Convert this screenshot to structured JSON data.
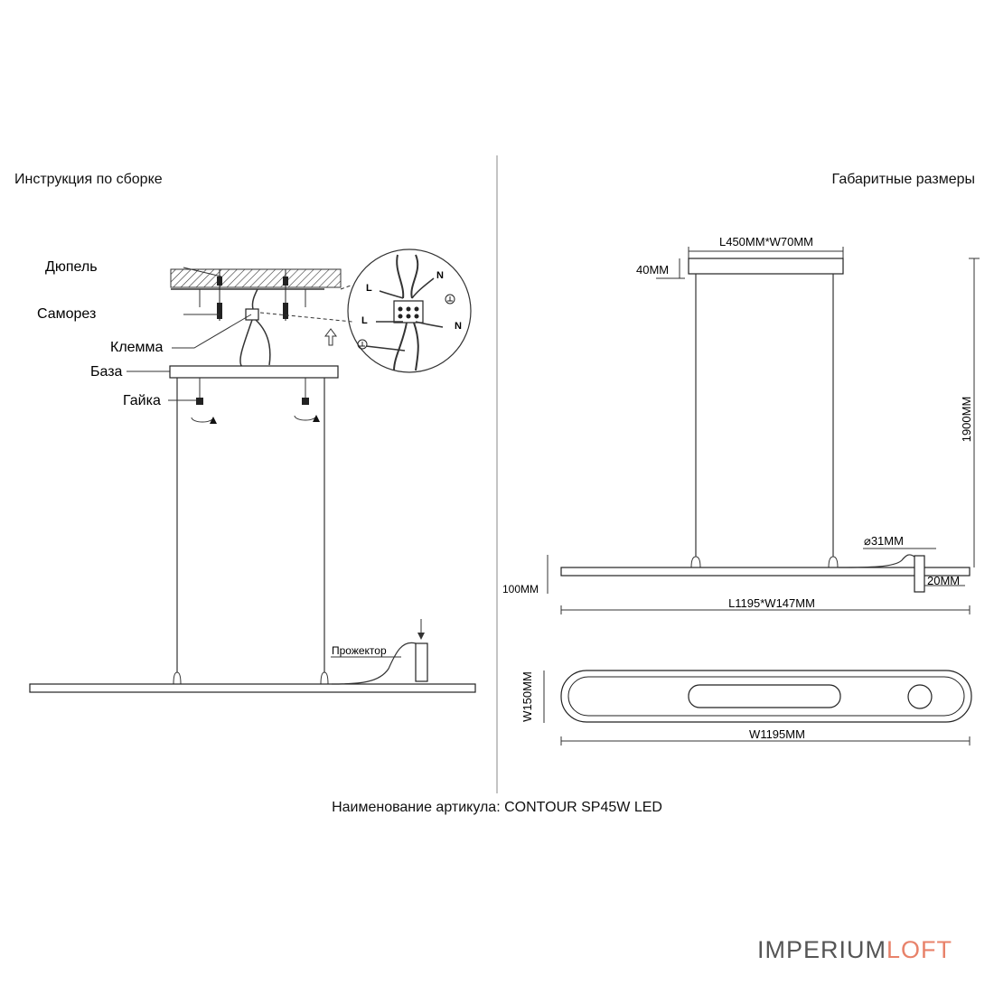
{
  "headings": {
    "assembly": "Инструкция по сборке",
    "dimensions": "Габаритные размеры"
  },
  "assembly_labels": {
    "dowel": "Дюпель",
    "screw": "Саморез",
    "terminal": "Клемма",
    "base": "База",
    "nut": "Гайка",
    "spotlight": "Прожектор"
  },
  "wiring": {
    "live_top": "L",
    "neutral_top": "N",
    "live_bottom": "L",
    "neutral_bottom": "N"
  },
  "dimensions": {
    "canopy": "L450MM*W70MM",
    "canopy_height": "40MM",
    "suspension_height": "1900MM",
    "spot_diameter": "⌀31MM",
    "spot_offset": "20MM",
    "body_height": "100MM",
    "body_size": "L1195*W147MM",
    "top_width": "W150MM",
    "top_length": "W1195MM"
  },
  "article": "Наименование артикула: CONTOUR SP45W LED",
  "brand": {
    "part1": "IMPERIUM",
    "part2": "LOFT",
    "color1": "#555555",
    "color2": "#e8826a"
  }
}
